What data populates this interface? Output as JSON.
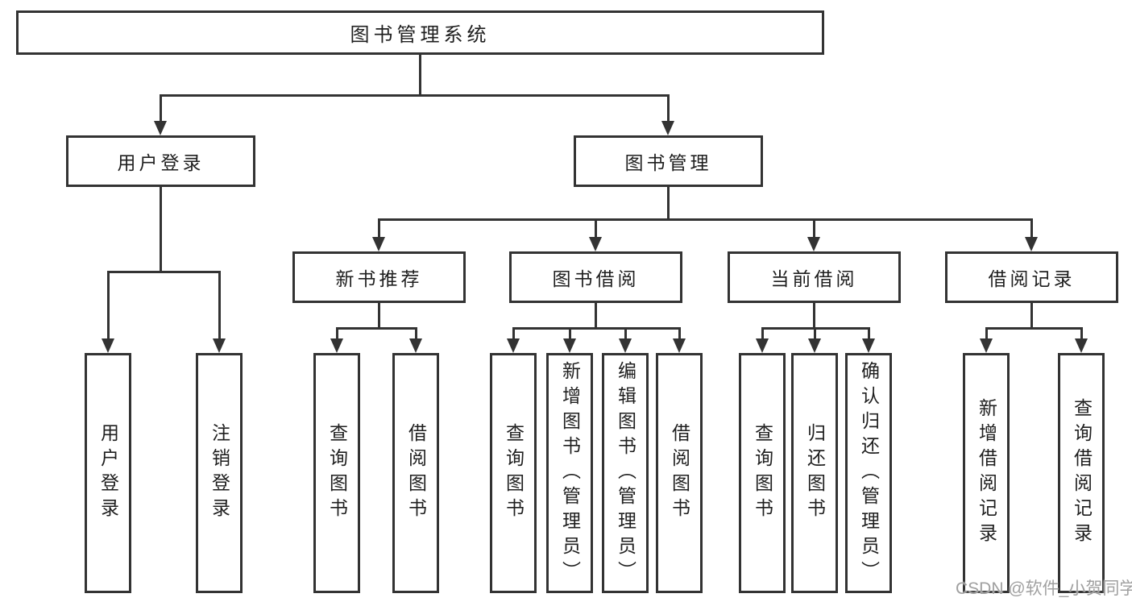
{
  "tree": {
    "root": {
      "label": "图书管理系统"
    },
    "l2": [
      {
        "label": "用户登录"
      },
      {
        "label": "图书管理"
      }
    ],
    "l3": [
      {
        "label": "新书推荐"
      },
      {
        "label": "图书借阅"
      },
      {
        "label": "当前借阅"
      },
      {
        "label": "借阅记录"
      }
    ],
    "leaves": [
      "用户登录",
      "注销登录",
      "查询图书",
      "借阅图书",
      "查询图书",
      "新增图书（管理员）",
      "编辑图书（管理员）",
      "借阅图书",
      "查询图书",
      "归还图书",
      "确认归还（管理员）",
      "新增借阅记录",
      "查询借阅记录"
    ]
  },
  "watermark": "CSDN @软件_小贺同学",
  "colors": {
    "line": "#333333",
    "text": "#1f1f1f",
    "watermark": "#a0a0a0",
    "background": "#ffffff"
  }
}
